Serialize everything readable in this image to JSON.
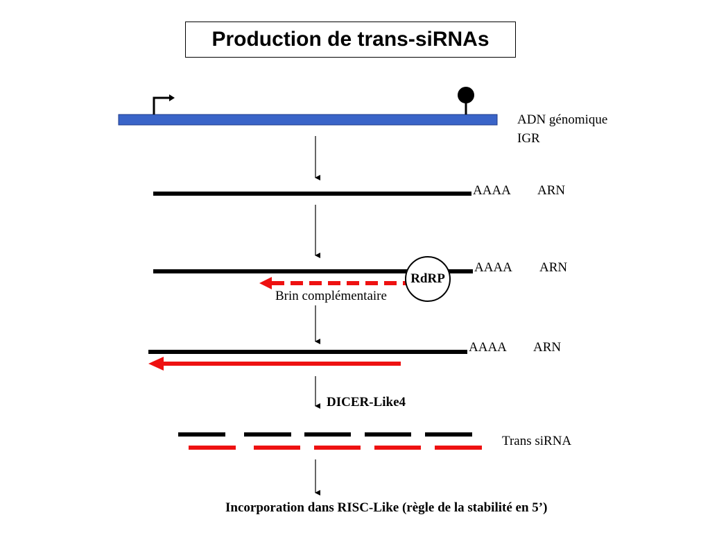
{
  "title": "Production de trans-siRNAs",
  "colors": {
    "dna": "#3a64c8",
    "rna_strand": "#000000",
    "complementary_strand": "#ee1111"
  },
  "dna": {
    "label_line1": "ADN génomique",
    "label_line2": "IGR"
  },
  "rna1": {
    "polyA": "AAAA",
    "label": "ARN"
  },
  "rna2": {
    "polyA": "AAAA",
    "label": "ARN",
    "enzyme": "RdRP",
    "strand_label": "Brin complémentaire"
  },
  "rna3": {
    "polyA": "AAAA",
    "label": "ARN"
  },
  "dicer": {
    "label": "DICER-Like4"
  },
  "sirna": {
    "label": "Trans siRNA"
  },
  "final": {
    "label": "Incorporation dans RISC-Like (règle de la stabilité en 5’)"
  }
}
